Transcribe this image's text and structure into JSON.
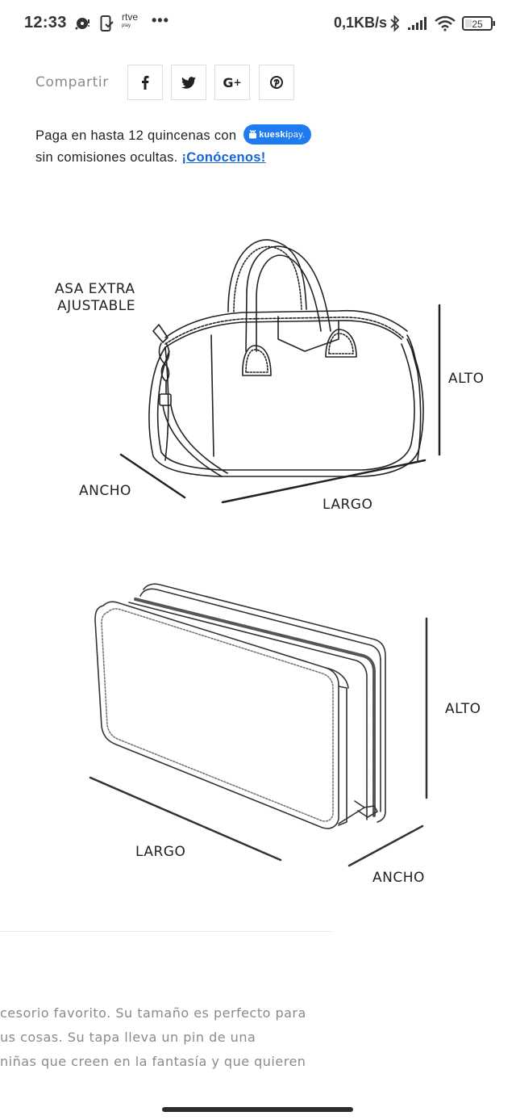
{
  "status_bar": {
    "time": "12:33",
    "left_icons": [
      "podcast-disc-icon",
      "phone-check-icon",
      "rtve-play-icon"
    ],
    "rtve_text": "rtve",
    "rtve_sub": "play",
    "more": "•••",
    "network_speed": "0,1KB/s",
    "right_icons": [
      "bluetooth-icon",
      "signal-icon",
      "wifi-icon",
      "battery-icon"
    ],
    "battery_level": "25"
  },
  "share": {
    "label": "Compartir",
    "buttons": [
      {
        "name": "facebook",
        "glyph": "f"
      },
      {
        "name": "twitter",
        "glyph": "twitter-bird"
      },
      {
        "name": "google-plus",
        "glyph": "G+"
      },
      {
        "name": "pinterest",
        "glyph": "p"
      }
    ]
  },
  "payment": {
    "line1": "Paga en hasta 12 quincenas con",
    "badge_bold": "kueski",
    "badge_light": "pay.",
    "badge_color": "#1e7bf0",
    "line2_text": "sin comisiones ocultas.",
    "link_text": "¡Conócenos!"
  },
  "illustration_bag": {
    "labels": {
      "handle": "ASA EXTRA\nAJUSTABLE",
      "handle_line1": "ASA EXTRA",
      "handle_line2": "AJUSTABLE",
      "height": "ALTO",
      "width": "ANCHO",
      "length": "LARGO"
    }
  },
  "illustration_case": {
    "labels": {
      "height": "ALTO",
      "length": "LARGO",
      "width": "ANCHO"
    }
  },
  "description": {
    "lines": [
      "cesorio favorito. Su tamaño es perfecto para",
      "us cosas. Su tapa lleva un pin de una",
      "niñas que creen en la fantasía y que quieren"
    ]
  }
}
